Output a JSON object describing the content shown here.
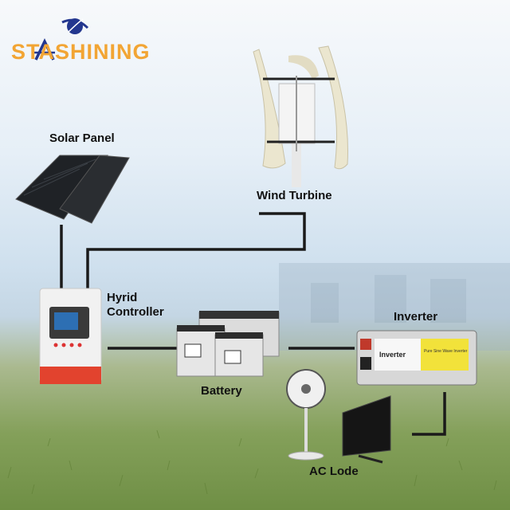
{
  "brand": {
    "name": "STASHINING",
    "color": "#f2a534",
    "logo_icon": "globe-swoosh-icon"
  },
  "components": {
    "solar_panel": "Solar Panel",
    "wind_turbine": "Wind Turbine",
    "controller_line1": "Hyrid",
    "controller_line2": "Controller",
    "battery": "Battery",
    "inverter": "Inverter",
    "ac_load": "AC Lode"
  },
  "device_text": {
    "inverter_brand": "Inverter",
    "inverter_desc": "Pure Sine Wave Inverter"
  },
  "colors": {
    "wire": "#1a1a1a",
    "sky": "#dce8f2",
    "grass": "#7a9a4e",
    "inverter_yellow": "#f2e23a"
  }
}
